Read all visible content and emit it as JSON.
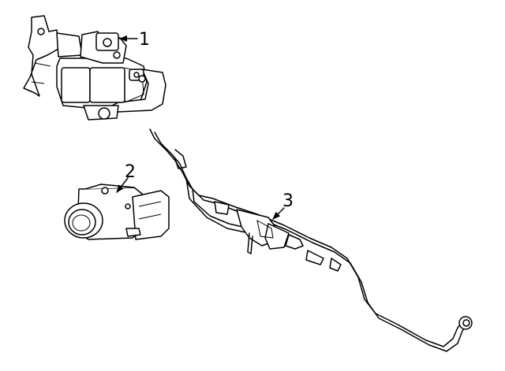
{
  "diagram": {
    "callouts": [
      {
        "id": 1,
        "label": "1"
      },
      {
        "id": 2,
        "label": "2"
      },
      {
        "id": 3,
        "label": "3"
      }
    ],
    "parts": [
      {
        "callout": 1,
        "icon": "bracket-assembly-drawing"
      },
      {
        "callout": 2,
        "icon": "parking-sensor-drawing"
      },
      {
        "callout": 3,
        "icon": "wiring-harness-drawing"
      }
    ]
  }
}
